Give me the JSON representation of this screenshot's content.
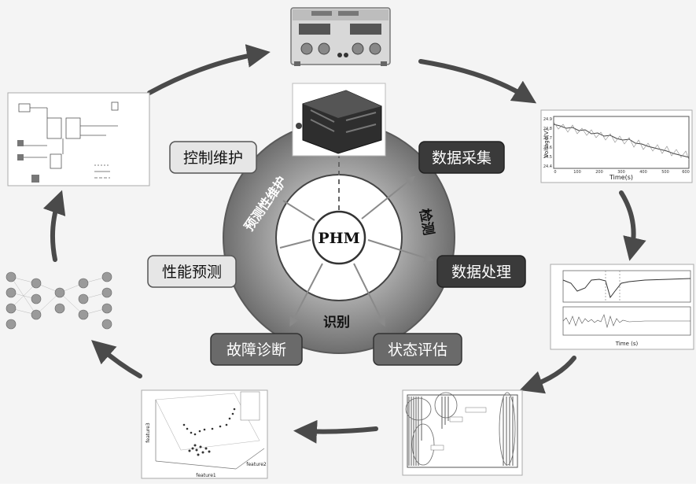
{
  "center": {
    "label": "PHM"
  },
  "ring_labels": {
    "detect": "检测",
    "identify": "识别",
    "maintain": "预测性维护"
  },
  "boxes": {
    "data_collection": "数据采集",
    "data_processing": "数据处理",
    "state_assessment": "状态评估",
    "fault_diagnosis": "故障诊断",
    "performance_prediction": "性能预测",
    "control_maintenance": "控制维护"
  },
  "plots": {
    "voltage": {
      "xlabel": "Time(s)",
      "ylabel": "Voltage(V)",
      "yticks": [
        "24.9",
        "24.8",
        "24.7",
        "24.6",
        "24.5",
        "24.4"
      ],
      "xticks": [
        "0",
        "100",
        "200",
        "300",
        "400",
        "500",
        "600"
      ]
    },
    "signal": {
      "xlabel": "Time (s)"
    },
    "scatter": {
      "xlabel": "feature1",
      "ylabel": "feature3",
      "zlabel": "feature2"
    }
  },
  "colors": {
    "dark_box": "#3a3a3a",
    "light_box": "#e6e6e6",
    "ring_outer": "#7d7d7d",
    "arrow": "#555555"
  }
}
